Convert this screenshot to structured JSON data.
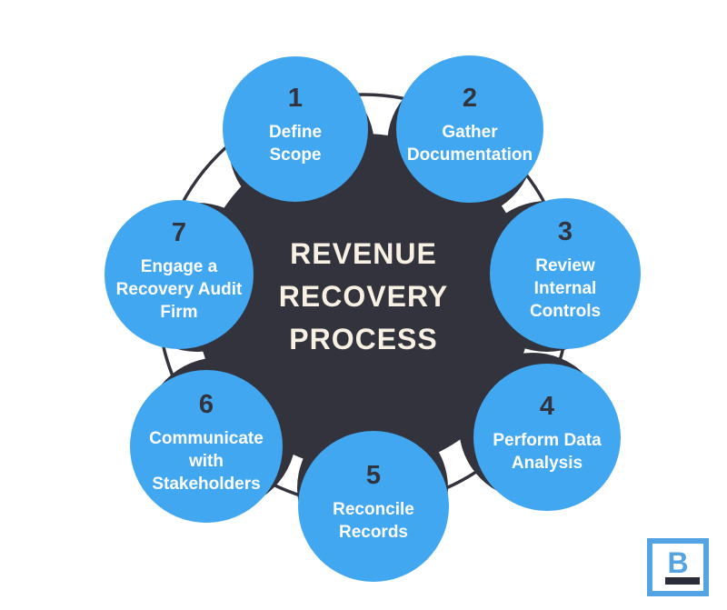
{
  "title": {
    "text": "REVENUE\nRECOVERY\nPROCESS"
  },
  "steps": [
    {
      "number": "1",
      "label": "Define\nScope"
    },
    {
      "number": "2",
      "label": "Gather\nDocumentation"
    },
    {
      "number": "3",
      "label": "Review\nInternal\nControls"
    },
    {
      "number": "4",
      "label": "Perform Data\nAnalysis"
    },
    {
      "number": "5",
      "label": "Reconcile\nRecords"
    },
    {
      "number": "6",
      "label": "Communicate\nwith\nStakeholders"
    },
    {
      "number": "7",
      "label": "Engage a\nRecovery Audit\nFirm"
    }
  ],
  "logo": {
    "letter": "B"
  },
  "colors": {
    "background": "#FFFFFF",
    "circle_blue": "#41A7F0",
    "dark_navy": "#32333D",
    "title_cream": "#F7F0E3",
    "step_text_white": "#FFFFFF",
    "logo_blue": "#54A3E2",
    "logo_bar_dark": "#2B2D3A"
  }
}
